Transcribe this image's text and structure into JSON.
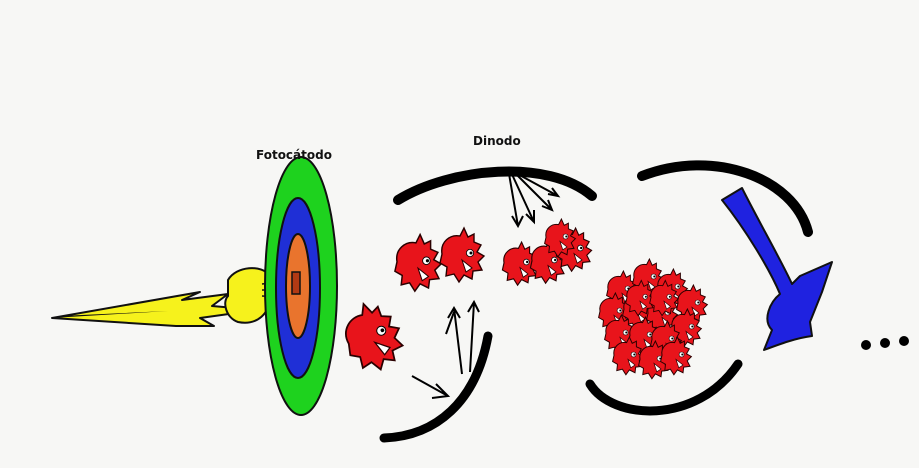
{
  "labels": {
    "photocathode": "Fotocátodo",
    "dynode": "Dinodo",
    "continuation": "..."
  },
  "colors": {
    "background": "#f7f7f5",
    "photon": "#f6f21c",
    "photocathode_outer": "#1ed21e",
    "photocathode_middle": "#1f2fd6",
    "photocathode_inner": "#e9742d",
    "electron": "#e8141b",
    "dynode": "#000000",
    "output_arrow": "#1f22e0"
  },
  "icons": [
    "photon-hand",
    "electron-creature",
    "emission-arrow",
    "output-arrow"
  ],
  "counts": {
    "first_stage_electrons": 1,
    "second_stage_electrons": 2,
    "third_stage_electrons": 4,
    "fourth_stage_electrons": 16
  }
}
